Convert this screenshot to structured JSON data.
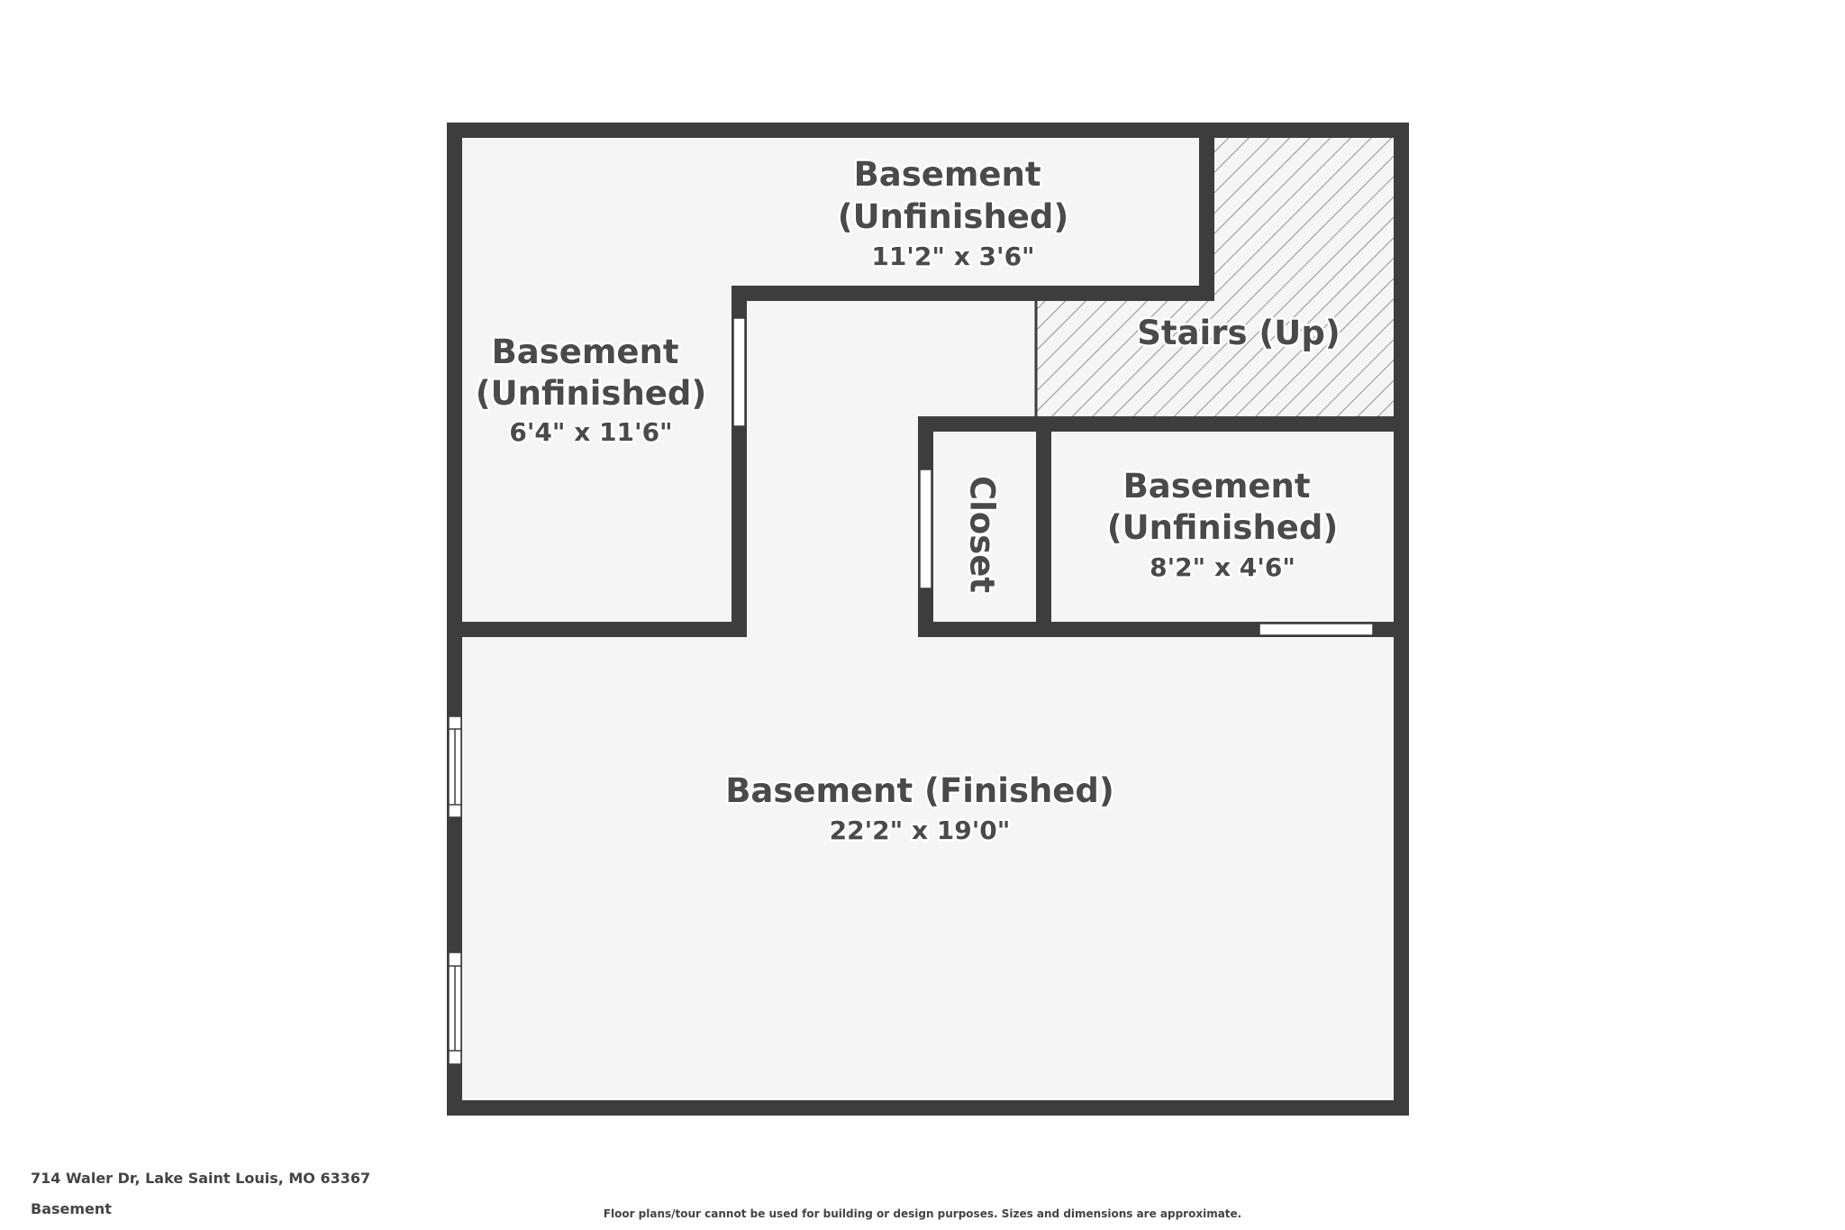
{
  "plan": {
    "floor": "Basement",
    "rooms": [
      {
        "id": "unfinished-top",
        "name_lines": [
          "Basement",
          "(Unfinished)"
        ],
        "dimensions": "11'2\" x 3'6\""
      },
      {
        "id": "unfinished-left",
        "name_lines": [
          "Basement",
          "(Unfinished)"
        ],
        "dimensions": "6'4\" x 11'6\""
      },
      {
        "id": "stairs",
        "name_lines": [
          "Stairs (Up)"
        ],
        "dimensions": ""
      },
      {
        "id": "closet",
        "name_lines": [
          "Closet"
        ],
        "dimensions": ""
      },
      {
        "id": "unfinished-right",
        "name_lines": [
          "Basement",
          "(Unfinished)"
        ],
        "dimensions": "8'2\" x 4'6\""
      },
      {
        "id": "finished",
        "name_lines": [
          "Basement (Finished)"
        ],
        "dimensions": "22'2\" x 19'0\""
      }
    ]
  },
  "footer": {
    "address": "714 Waler Dr, Lake Saint Louis, MO 63367",
    "floor_label": "Basement",
    "disclaimer": "Floor plans/tour cannot be used for building or design purposes. Sizes and dimensions are approximate."
  },
  "colors": {
    "wall": "#3d3d3d",
    "floor": "#f5f5f5",
    "label": "#4a4a4a",
    "background": "#ffffff"
  }
}
